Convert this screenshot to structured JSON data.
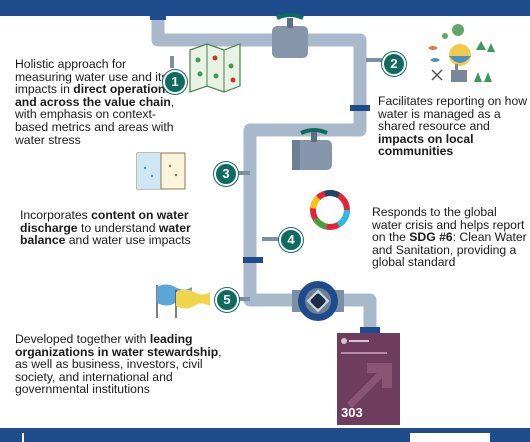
{
  "colors": {
    "banner": "#1e4b8c",
    "pipe": "#a9b9cc",
    "pipe_joint": "#1e4b8c",
    "step_circle": "#0f6b5f",
    "report_cover": "#6e3c5c"
  },
  "steps": [
    {
      "number": "1",
      "text_html": "Holistic approach for measuring water use and its impacts in <b>direct operations and across the value chain</b>, with emphasis on context-based metrics and areas with water stress"
    },
    {
      "number": "2",
      "text_html": "Facilitates reporting on how water is managed as a shared resource and <b>impacts on local communities</b>"
    },
    {
      "number": "3",
      "text_html": "Incorporates <b>content on water discharge</b> to understand <b>water balance</b> and water use impacts"
    },
    {
      "number": "4",
      "text_html": "Responds to the global water crisis and helps report on the <b>SDG #6</b>: Clean Water and Sanitation, providing a global standard"
    },
    {
      "number": "5",
      "text_html": "Developed together with <b>leading organizations in water stewardship</b>, as well as business, investors, civil society, and international and governmental institutions"
    }
  ],
  "report": {
    "number": "303"
  }
}
